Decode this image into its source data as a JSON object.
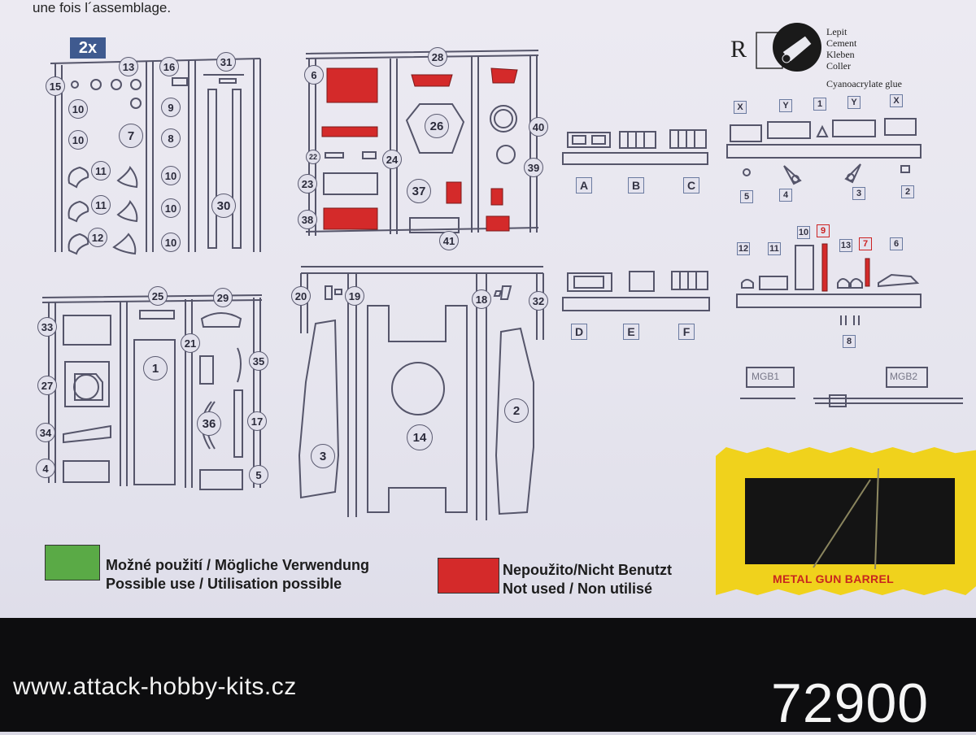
{
  "intro_text": "une fois l´assemblage.",
  "sprue_a": {
    "quantity_badge": "2x",
    "part_numbers": [
      "13",
      "16",
      "31",
      "15",
      "10",
      "10",
      "7",
      "9",
      "8",
      "11",
      "10",
      "11",
      "10",
      "30",
      "12",
      "10"
    ]
  },
  "sprue_b": {
    "part_numbers": [
      "28",
      "6",
      "26",
      "40",
      "22",
      "24",
      "39",
      "23",
      "37",
      "38",
      "41"
    ]
  },
  "sprue_c": {
    "part_numbers": [
      "25",
      "29",
      "33",
      "21",
      "35",
      "1",
      "27",
      "36",
      "17",
      "34",
      "4",
      "5"
    ]
  },
  "sprue_d": {
    "part_numbers": [
      "20",
      "19",
      "18",
      "32",
      "2",
      "3",
      "14"
    ]
  },
  "clear_sprues": {
    "top_letters": [
      "A",
      "B",
      "C"
    ],
    "bottom_letters": [
      "D",
      "E",
      "F"
    ]
  },
  "glue": {
    "symbol": "R",
    "lines": [
      "Lepit",
      "Cement",
      "Kleben",
      "Coller"
    ],
    "type": "Cyanoacrylate glue"
  },
  "pe_sheet": {
    "top_labels": [
      "X",
      "Y",
      "1",
      "Y",
      "X"
    ],
    "mid_labels": [
      "5",
      "4",
      "3",
      "2"
    ],
    "lower_labels": [
      "12",
      "11",
      "10",
      "9",
      "13",
      "7",
      "6",
      "8"
    ],
    "barrels": [
      "MGB1",
      "MGB2"
    ]
  },
  "metal_barrel_label": "METAL GUN BARREL",
  "legend": {
    "possible": {
      "color": "#5aaa46",
      "line1": "Možné použití / Mögliche Verwendung",
      "line2": "Possible use / Utilisation possible"
    },
    "unused": {
      "color": "#d42a2a",
      "line1": "Nepoužito/Nicht Benutzt",
      "line2": "Not used / Non utilisé"
    }
  },
  "footer": {
    "url": "www.attack-hobby-kits.cz",
    "code": "72900"
  }
}
